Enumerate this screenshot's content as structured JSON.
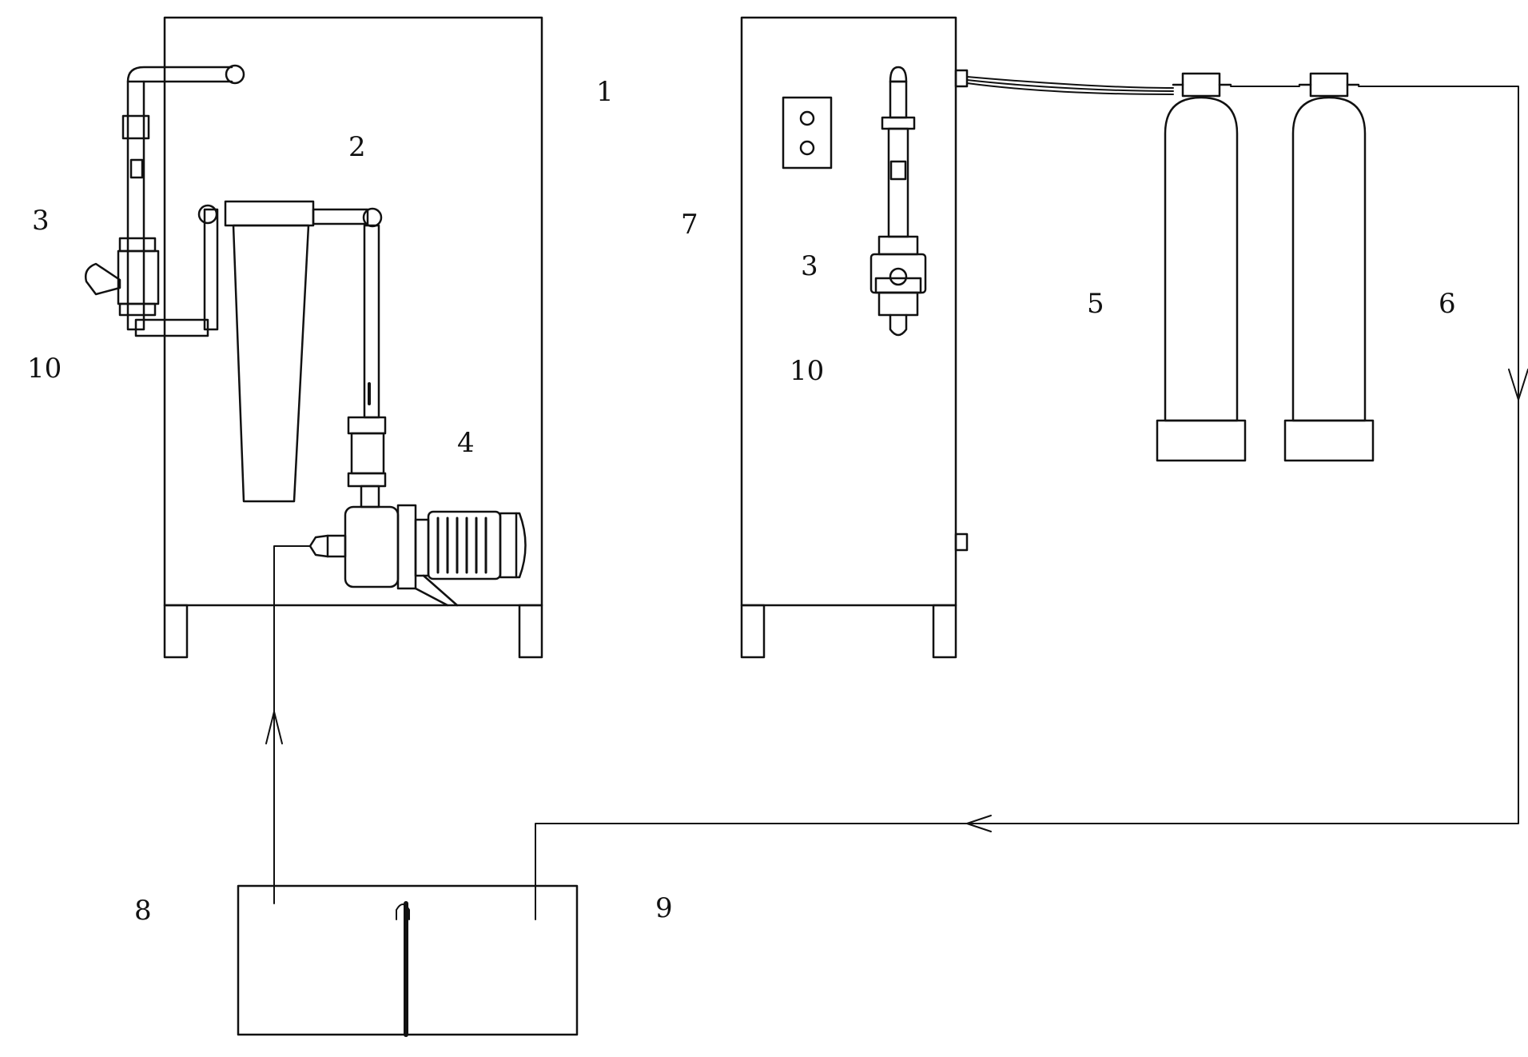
{
  "diagram": {
    "callouts": [
      {
        "id": "callout-1",
        "text": "1"
      },
      {
        "id": "callout-2",
        "text": "2"
      },
      {
        "id": "callout-3-left",
        "text": "3"
      },
      {
        "id": "callout-10-left",
        "text": "10"
      },
      {
        "id": "callout-4",
        "text": "4"
      },
      {
        "id": "callout-7",
        "text": "7"
      },
      {
        "id": "callout-3-right",
        "text": "3"
      },
      {
        "id": "callout-10-right",
        "text": "10"
      },
      {
        "id": "callout-5",
        "text": "5"
      },
      {
        "id": "callout-6",
        "text": "6"
      },
      {
        "id": "callout-8",
        "text": "8"
      },
      {
        "id": "callout-9",
        "text": "9"
      }
    ],
    "colors": {
      "line": "#111111",
      "background": "#ffffff"
    }
  }
}
